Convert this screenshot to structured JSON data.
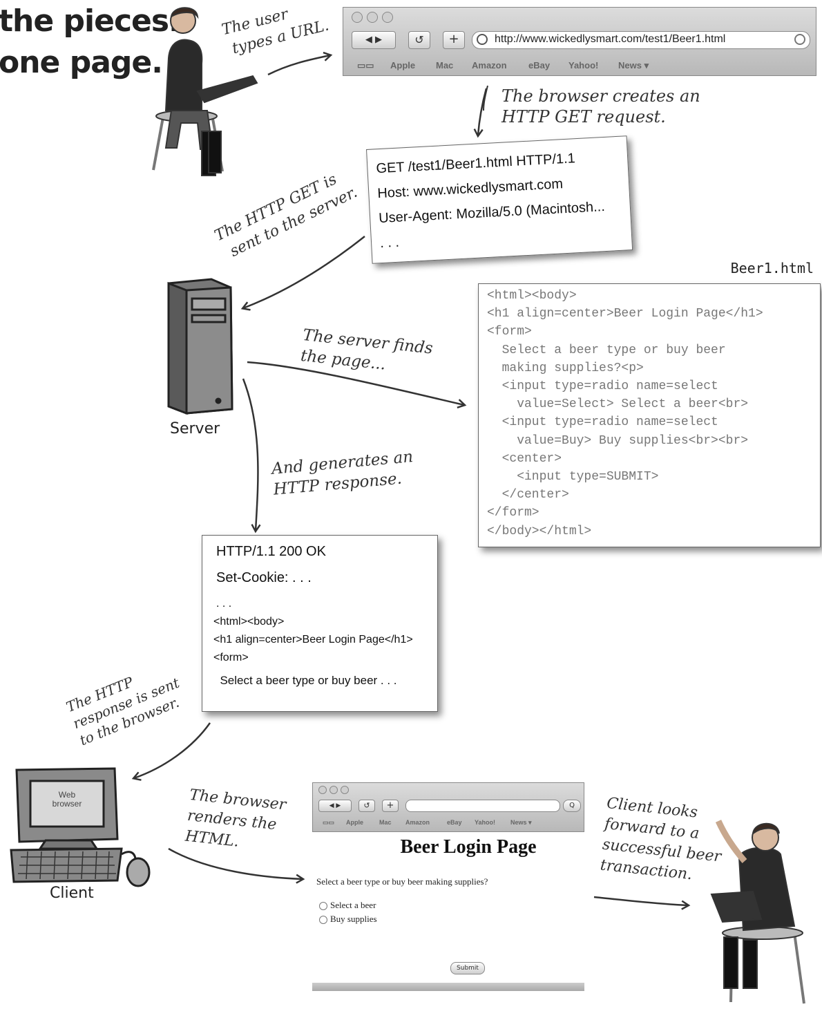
{
  "heading": {
    "line1": "the pieces.",
    "line2": "one page."
  },
  "browser_top": {
    "url": "http://www.wickedlysmart.com/test1/Beer1.html",
    "back_glyph": "◀ ▶",
    "reload_glyph": "↺",
    "add_glyph": "+",
    "bookmarks": [
      "Apple",
      "Mac",
      "Amazon",
      "eBay",
      "Yahoo!",
      "News ▾"
    ]
  },
  "notes": {
    "user_types": [
      "The user",
      "types a URL."
    ],
    "browser_creates": [
      "The browser creates an",
      "HTTP GET request."
    ],
    "get_sent": [
      "The HTTP GET is",
      "sent to the server."
    ],
    "server_finds": [
      "The server finds",
      "the page..."
    ],
    "generates": [
      "And generates an",
      "HTTP response."
    ],
    "response_sent": [
      "The HTTP",
      "response is sent",
      "to the browser."
    ],
    "browser_renders": [
      "The browser",
      "renders the",
      "HTML."
    ],
    "client_looks": [
      "Client looks",
      "forward to a",
      "successful beer",
      "transaction."
    ]
  },
  "request": {
    "lines": [
      "GET /test1/Beer1.html HTTP/1.1",
      "Host: www.wickedlysmart.com",
      "User-Agent: Mozilla/5.0 (Macintosh...",
      ". . ."
    ]
  },
  "file": {
    "name": "Beer1.html",
    "code_lines": [
      "<html><body>",
      "<h1 align=center>Beer Login Page</h1>",
      "<form>",
      "  Select a beer type or buy beer",
      "  making supplies?<p>",
      "  <input type=radio name=select",
      "    value=Select> Select a beer<br>",
      "  <input type=radio name=select",
      "    value=Buy> Buy supplies<br><br>",
      "  <center>",
      "    <input type=SUBMIT>",
      "  </center>",
      "</form>",
      "</body></html>"
    ]
  },
  "server_label": "Server",
  "response": {
    "status": "HTTP/1.1 200 OK",
    "cookie": "Set-Cookie: . . .",
    "ellipsis": ". . .",
    "html_lines": [
      "<html><body>",
      "<h1 align=center>Beer Login Page</h1>",
      "<form>",
      "  Select a beer type or buy beer . . ."
    ]
  },
  "client": {
    "label": "Client",
    "screen_text": [
      "Web",
      "browser"
    ]
  },
  "rendered": {
    "back_glyph": "◀ ▶",
    "reload_glyph": "↺",
    "add_glyph": "+",
    "search_glyph": "Q",
    "bookmarks": [
      "Apple",
      "Mac",
      "Amazon",
      "eBay",
      "Yahoo!",
      "News ▾"
    ],
    "title": "Beer Login Page",
    "question": "Select a beer type or buy beer making supplies?",
    "option1": "Select a beer",
    "option2": "Buy supplies",
    "submit": "Submit"
  }
}
